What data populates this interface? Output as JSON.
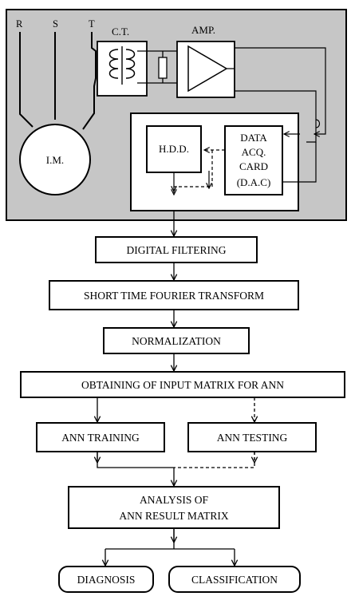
{
  "phases": {
    "R": "R",
    "S": "S",
    "T": "T"
  },
  "hardware": {
    "ct": "C.T.",
    "amp": "AMP.",
    "motor": "I.M.",
    "hdd": "H.D.D.",
    "dac_line1": "DATA",
    "dac_line2": "ACQ.",
    "dac_line3": "CARD",
    "dac_line4": "(D.A.C)"
  },
  "steps": {
    "digital_filtering": "DIGITAL FILTERING",
    "stft": "SHORT TIME FOURIER TRANSFORM",
    "normalization": "NORMALIZATION",
    "input_matrix": "OBTAINING OF INPUT MATRIX FOR ANN",
    "ann_training": "ANN TRAINING",
    "ann_testing": "ANN TESTING",
    "analysis_line1": "ANALYSIS OF",
    "analysis_line2": "ANN RESULT MATRIX",
    "diagnosis": "DIAGNOSIS",
    "classification": "CLASSIFICATION"
  },
  "colors": {
    "panel_background": "#c6c6c6",
    "box_fill": "#ffffff",
    "stroke": "#000000"
  }
}
